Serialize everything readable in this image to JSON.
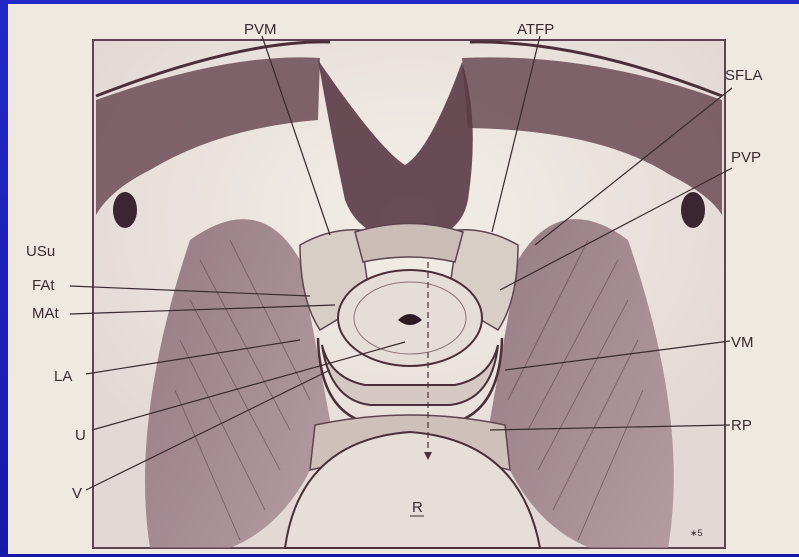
{
  "figure": {
    "labels": {
      "pvm": "PVM",
      "atfp": "ATFP",
      "sfla": "SFLA",
      "pvp": "PVP",
      "usu": "USu",
      "fat": "FAt",
      "mat": "MAt",
      "la": "LA",
      "u": "U",
      "v": "V",
      "vm": "VM",
      "rp": "RP",
      "r": "R",
      "corner_mark": "∗5"
    },
    "colors": {
      "background": "#1b20b8",
      "paper": "#efe9e2",
      "ink": "#4a2f38",
      "muscle": "#8c6a72"
    }
  }
}
